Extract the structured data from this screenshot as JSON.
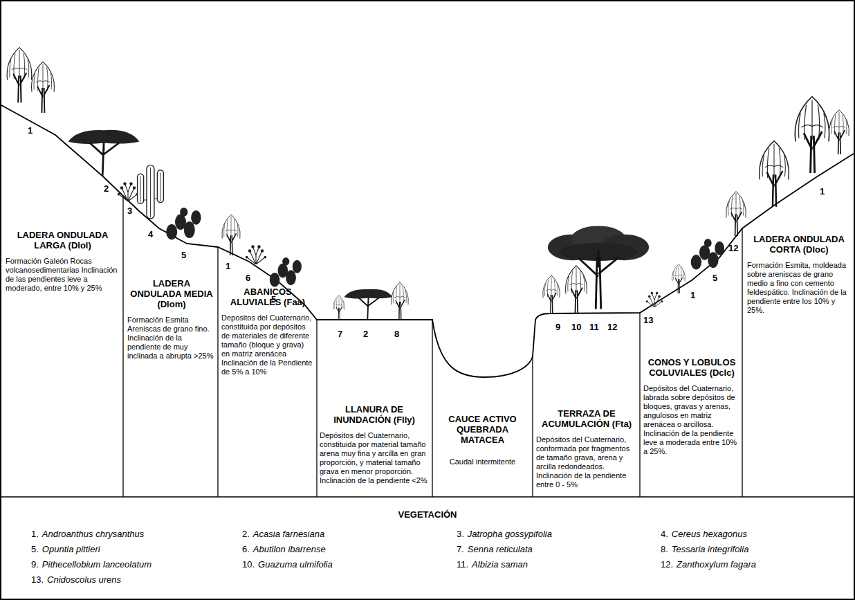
{
  "diagram": {
    "nodes": [
      {
        "text": [
          "LADERA ONDULADA LARGA (Dlol)",
          "Formación Galeón Rocas volcanosedimentarias Inclinación de las pendientes leve a moderado, entre 10% y 25%"
        ]
      },
      {
        "text": [
          "LADERA ONDULADA MEDIA (Dlom)",
          "Formación Esmita Areniscas de grano fino. Inclinación de la pendiente de muy inclinada a abrupta >25%"
        ]
      },
      {
        "text": [
          "ABANICOS ALUVIALES (Faa)",
          "Depositos del Cuaternario, constituida por depósitos de materiales de diferente tamaño (bloque y grava) en matriz arenácea Inclinación de la Pendiente de 5% a 10%"
        ]
      },
      {
        "text": [
          "LLANURA DE INUNDACIÓN (Flly)",
          "Depósitos del Cuaternario, constituida por material tamaño arena muy fina y arcilla en gran proporción, y material tamaño grava en menor proporción. Inclinación de la pendiente <2%"
        ]
      },
      {
        "text": [
          "CAUCE ACTIVO QUEBRADA MATACEA",
          "Caudal intermitente"
        ]
      },
      {
        "text": [
          "TERRAZA DE ACUMULACIÓN (Fta)",
          "Depósitos del Cuaternario, conformada por fragmentos de tamaño grava, arena y arcilla redondeados. Inclinación de la pendiente entre 0 - 5%"
        ]
      },
      {
        "text": [
          "CONOS Y LOBULOS COLUVIALES (Dclc)",
          "Depósitos del Cuaternario, labrada sobre depósitos de bloques, gravas y arenas, angulosos en matriz arenácea o arcillosa. Inclinación de la pendiente leve a moderada entre 10% a 25%."
        ]
      },
      {
        "text": [
          "LADERA ONDULADA CORTA (Dloc)",
          "Formación Esmita, moldeada sobre areniscas de grano medio a fino con cemento feldespático. Inclinación de la pendiente entre los 10% y 25%."
        ]
      },
      {
        "text": [
          "VEGETACIÓN"
        ]
      }
    ],
    "labels": [
      "1",
      "2",
      "3",
      "4",
      "5",
      "1",
      "6",
      "5",
      "7",
      "2",
      "8",
      "9",
      "10",
      "11",
      "12",
      "13",
      "1",
      "5",
      "12",
      "1",
      "1.",
      "Androanthus chrysanthus",
      "2.",
      "Acasia farnesiana",
      "3.",
      "Jatropha gossypifolia",
      "4.",
      "Cereus hexagonus",
      "5.",
      "Opuntia pittieri",
      "6.",
      "Abutilon ibarrense",
      "7.",
      "Senna reticulata",
      "8.",
      "Tessaria integrifolia",
      "9.",
      "Pithecellobium lanceolatum",
      "10.",
      "Guazuma ulmifolia",
      "11.",
      "Albizia saman",
      "12.",
      "Zanthoxylum fagara",
      "13.",
      "Cnidoscolus urens"
    ]
  }
}
